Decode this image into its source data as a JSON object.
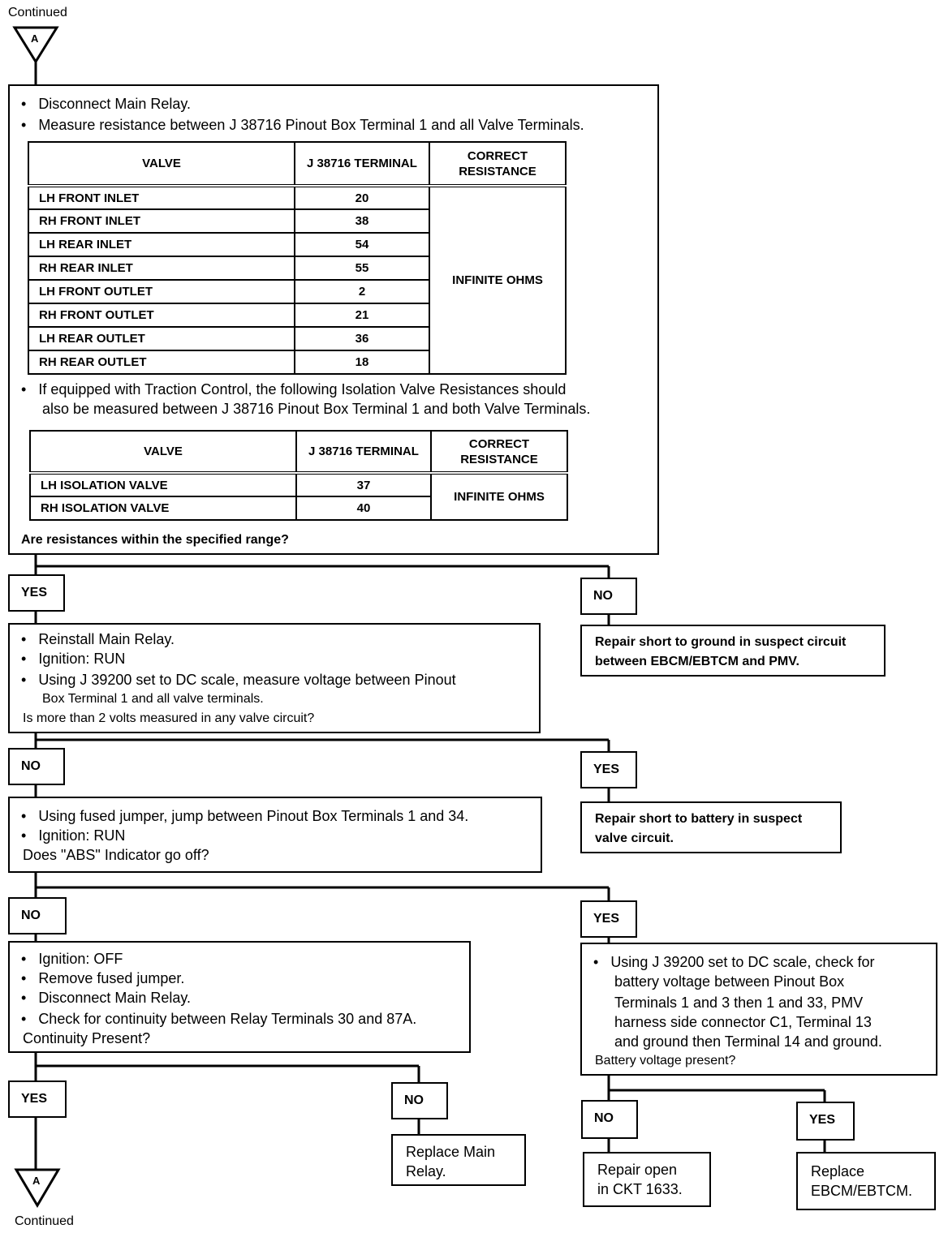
{
  "header_continued": "Continued",
  "footer_continued": "Continued",
  "connector_label": "A",
  "step1": {
    "bullets": [
      "Disconnect Main Relay.",
      "Measure resistance between J 38716 Pinout Box Terminal 1 and all Valve Terminals."
    ],
    "table1": {
      "headers": [
        "VALVE",
        "J 38716 TERMINAL",
        "CORRECT RESISTANCE"
      ],
      "rows": [
        {
          "valve": "LH FRONT INLET",
          "terminal": "20"
        },
        {
          "valve": "RH FRONT INLET",
          "terminal": "38"
        },
        {
          "valve": "LH REAR INLET",
          "terminal": "54"
        },
        {
          "valve": "RH REAR INLET",
          "terminal": "55"
        },
        {
          "valve": "LH FRONT OUTLET",
          "terminal": "2"
        },
        {
          "valve": "RH FRONT OUTLET",
          "terminal": "21"
        },
        {
          "valve": "LH REAR OUTLET",
          "terminal": "36"
        },
        {
          "valve": "RH REAR OUTLET",
          "terminal": "18"
        }
      ],
      "resistance": "INFINITE OHMS"
    },
    "note_line1": "If equipped with Traction Control, the following Isolation Valve Resistances should",
    "note_line2": "also be measured between J 38716 Pinout Box Terminal 1 and both Valve Terminals.",
    "table2": {
      "headers": [
        "VALVE",
        "J 38716 TERMINAL",
        "CORRECT RESISTANCE"
      ],
      "rows": [
        {
          "valve": "LH ISOLATION VALVE",
          "terminal": "37"
        },
        {
          "valve": "RH ISOLATION VALVE",
          "terminal": "40"
        }
      ],
      "resistance": "INFINITE OHMS"
    },
    "question": "Are resistances within the specified range?"
  },
  "labels": {
    "yes": "YES",
    "no": "NO"
  },
  "repair_ground": [
    "Repair short to ground in suspect circuit",
    "between EBCM/EBTCM and PMV."
  ],
  "step2": {
    "bullets": [
      "Reinstall Main Relay.",
      "Ignition:  RUN",
      "Using J 39200 set to DC scale, measure voltage between Pinout"
    ],
    "bullet3_cont": "Box Terminal 1 and all valve terminals.",
    "question": "Is more than 2 volts measured in any valve circuit?"
  },
  "repair_battery": [
    "Repair short to battery in suspect",
    "valve circuit."
  ],
  "step3": {
    "bullets": [
      "Using fused jumper, jump between Pinout Box Terminals 1 and 34.",
      "Ignition: RUN"
    ],
    "question": "Does \"ABS\" Indicator go off?"
  },
  "step4": {
    "bullets": [
      "Ignition: OFF",
      "Remove fused jumper.",
      "Disconnect Main Relay.",
      "Check for continuity between Relay Terminals 30 and 87A."
    ],
    "question": "Continuity Present?"
  },
  "step5": {
    "lines": [
      "Using J 39200 set to DC scale, check for",
      "battery voltage between Pinout Box",
      "Terminals 1 and 3 then 1 and 33, PMV",
      "harness side connector C1, Terminal 13",
      "and ground then Terminal 14 and ground."
    ],
    "question": "Battery voltage present?"
  },
  "replace_relay": [
    "Replace Main",
    "Relay."
  ],
  "repair_open": [
    "Repair open",
    "in CKT 1633."
  ],
  "replace_ebcm": [
    "Replace",
    "EBCM/EBTCM."
  ]
}
